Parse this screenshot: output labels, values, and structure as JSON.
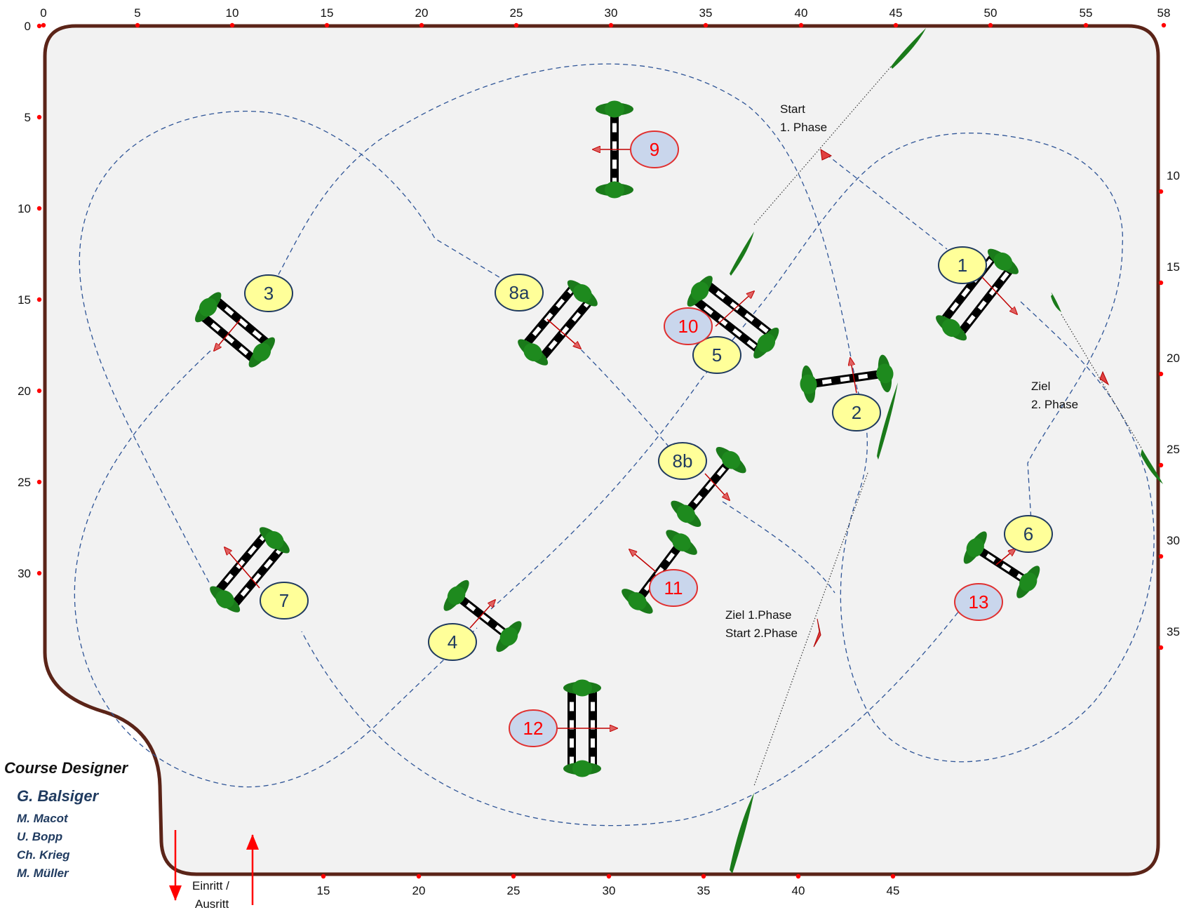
{
  "axes": {
    "top": [
      "0",
      "5",
      "10",
      "15",
      "20",
      "25",
      "30",
      "35",
      "40",
      "45",
      "50",
      "55",
      "58"
    ],
    "left": [
      "0",
      "5",
      "10",
      "15",
      "20",
      "25",
      "30"
    ],
    "right": [
      "10",
      "15",
      "20",
      "25",
      "30",
      "35"
    ],
    "bottom": [
      "15",
      "20",
      "25",
      "30",
      "35",
      "40",
      "45"
    ]
  },
  "jumps": [
    {
      "label": "1",
      "style": "yellow"
    },
    {
      "label": "2",
      "style": "yellow"
    },
    {
      "label": "3",
      "style": "yellow"
    },
    {
      "label": "4",
      "style": "yellow"
    },
    {
      "label": "5",
      "style": "yellow"
    },
    {
      "label": "6",
      "style": "yellow"
    },
    {
      "label": "7",
      "style": "yellow"
    },
    {
      "label": "8a",
      "style": "yellow"
    },
    {
      "label": "8b",
      "style": "yellow"
    },
    {
      "label": "9",
      "style": "blue"
    },
    {
      "label": "10",
      "style": "blue"
    },
    {
      "label": "11",
      "style": "blue"
    },
    {
      "label": "12",
      "style": "blue"
    },
    {
      "label": "13",
      "style": "blue"
    }
  ],
  "annotations": {
    "start_phase1_l1": "Start",
    "start_phase1_l2": "1. Phase",
    "finish_phase2_l1": "Ziel",
    "finish_phase2_l2": "2. Phase",
    "finish1_start2_l1": "Ziel  1.Phase",
    "finish1_start2_l2": "Start 2.Phase",
    "entrance_l1": "Einritt /",
    "entrance_l2": "Ausritt"
  },
  "credits": {
    "heading": "Course Designer",
    "main": "G. Balsiger",
    "assistants": [
      "M. Macot",
      "U. Bopp",
      "Ch. Krieg",
      "M. Müller"
    ]
  },
  "colors": {
    "arena_border": "#5b2418",
    "arena_fill": "#f2f2f2",
    "tick": "#ff0000",
    "path": "#2f5597",
    "yellow_fill": "#ffff99",
    "blue_fill": "#c9d6ec",
    "blue_text": "#ff0000",
    "yellow_text": "#1f3a5f",
    "bush": "#1a7a1a"
  }
}
